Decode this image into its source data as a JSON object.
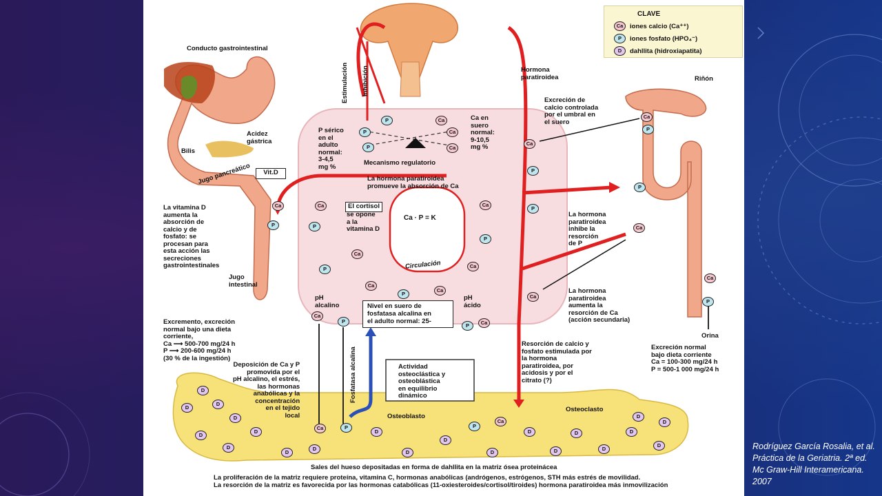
{
  "key": {
    "title": "CLAVE",
    "items": [
      {
        "symbol": "Ca",
        "label": "iones calcio (Ca⁺⁺)"
      },
      {
        "symbol": "P",
        "label": "iones fosfato (HPO₄⁻)"
      },
      {
        "symbol": "D",
        "label": "dahllita (hidroxiapatita)"
      }
    ]
  },
  "diagram": {
    "gi_tract": "Conducto gastrointestinal",
    "stimulation": "Estimulación",
    "inhibition": "Inhibición",
    "pth": "Hormona\nparatiroidea",
    "kidney": "Riñón",
    "gastric_acid": "Acidez\ngástrica",
    "bile": "Bilis",
    "pancreatic_juice": "Jugo pancreático",
    "vit_d": "Vit.D",
    "serum_p": "P sérico\nen el\nadulto\nnormal:\n3-4,5\nmg %",
    "serum_ca": "Ca en\nsuero\nnormal:\n9-10,5\nmg %",
    "regulatory": "Mecanismo regulatorio",
    "ca_excretion": "Excreción de\ncalcio controlada\npor el umbral en\nel suero",
    "pth_absorption": "La hormona paratiroidea\npromueve la absorción de Ca",
    "vit_d_text": "La vitamina D\naumenta la\nabsorción de\ncalcio y de\nfosfato: se\nprocesan para\nesta acción las\nsecreciones\ngastrointestinales",
    "cortisol": "El cortisol",
    "cortisol_rest": "se opone\na la\nvitamina D",
    "ca_p_k": "Ca · P = K",
    "circulation": "Circulación",
    "pth_inhibits": "La hormona\nparatiroidea\ninhibe la\nresorción\nde P",
    "pth_increases": "La hormona\nparatiroidea\naumenta la\nresorción de Ca\n(acción secundaria)",
    "intestinal_juice": "Jugo\nintestinal",
    "ph_alkaline": "pH\nalcalino",
    "ph_acid": "pH\nácido",
    "alk_phos_level": "Nivel en suero de\nfosfatasa alcalina en\nel adulto normal: 25-",
    "excrement": "Excremento, excreción\nnormal bajo una dieta\ncorriente,\nCa ⟶ 500-700 mg/24 h\nP ⟶ 200-600 mg/24 h\n(30 % de la ingestión)",
    "resorption": "Resorción de calcio y\nfosfato estimulada por\nla hormona\nparatiroidea, por\nacidosis y por el\ncitrato (?)",
    "urine": "Orina",
    "urine_excretion": "Excreción normal\nbajo dieta corriente\nCa = 100-300 mg/24 h\nP = 500-1 000 mg/24 h",
    "deposition": "Deposición de Ca y P\npromovida por el\npH alcalino, el estrés,\nlas hormonas\nanabólicas y la\nconcentración\nen el tejido\nlocal",
    "alk_phosphatase": "Fosfatasa alcalina",
    "activity": "Actividad\nosteoclástica y\nosteoblástica\nen equilibrio\ndinámico",
    "osteoblast": "Osteoblasto",
    "osteoclast": "Osteoclasto",
    "bone_salts": "Sales del hueso depositadas en forma de dahllita en la matriz ósea proteinácea",
    "footer1": "La proliferación de la matriz requiere proteína, vitamina C, hormonas anabólicas (andrógenos, estrógenos, STH más estrés de movilidad.",
    "footer2": "La resorción de la matriz es favorecida por las hormonas catabólicas (11-oxiesteroides/cortisol/tiroides) hormona paratiroidea más inmovilización"
  },
  "citation": "Rodríguez García Rosalia, et al. Práctica de la Geriatria. 2ª ed. Mc Graw-Hill Interamericana. 2007"
}
